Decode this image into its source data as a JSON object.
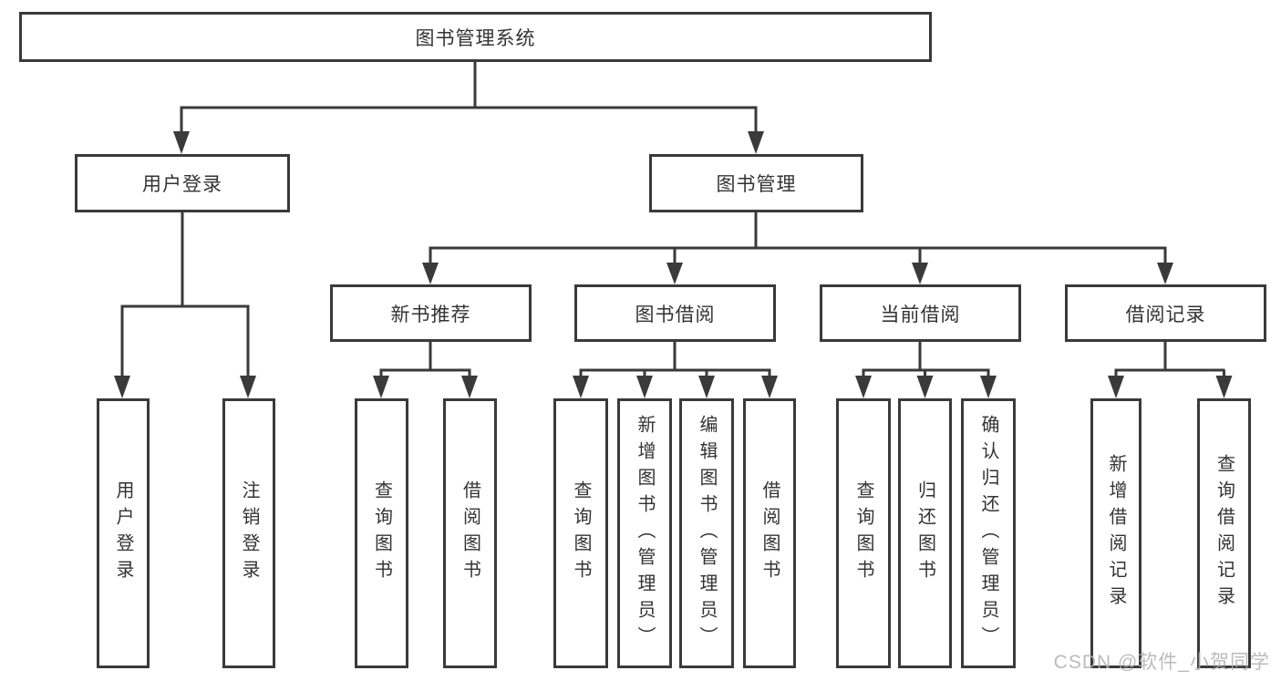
{
  "root": {
    "label": "图书管理系统"
  },
  "branches": [
    {
      "label": "用户登录",
      "children": [
        {
          "label": "用户登录"
        },
        {
          "label": "注销登录"
        }
      ]
    },
    {
      "label": "图书管理",
      "children": [
        {
          "label": "新书推荐",
          "children": [
            {
              "label": "查询图书"
            },
            {
              "label": "借阅图书"
            }
          ]
        },
        {
          "label": "图书借阅",
          "children": [
            {
              "label": "查询图书"
            },
            {
              "label": "新增图书（管理员）"
            },
            {
              "label": "编辑图书（管理员）"
            },
            {
              "label": "借阅图书"
            }
          ]
        },
        {
          "label": "当前借阅",
          "children": [
            {
              "label": "查询图书"
            },
            {
              "label": "归还图书"
            },
            {
              "label": "确认归还（管理员）"
            }
          ]
        },
        {
          "label": "借阅记录",
          "children": [
            {
              "label": "新增借阅记录"
            },
            {
              "label": "查询借阅记录"
            }
          ]
        }
      ]
    }
  ],
  "watermark": {
    "text": "CSDN @软件_小贺同学"
  },
  "colors": {
    "line": "#3a3a3a",
    "text": "#333333",
    "watermark": "#afafaf",
    "background": "#ffffff"
  }
}
